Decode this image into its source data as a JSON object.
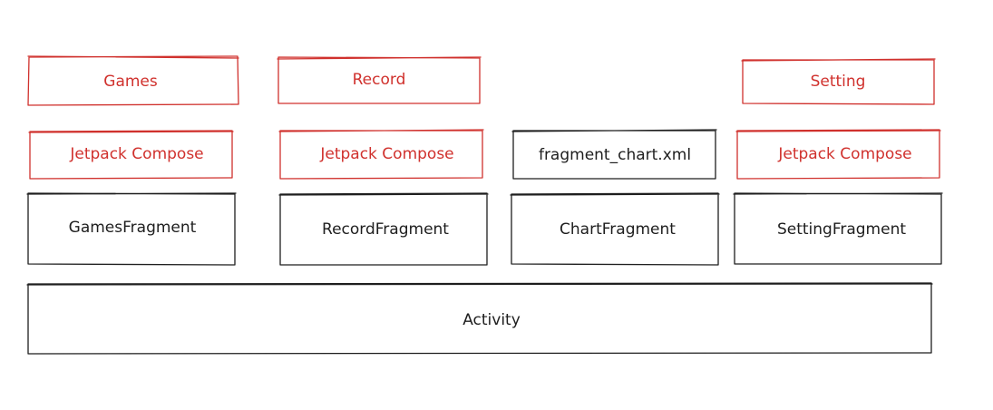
{
  "boxes": {
    "games_label": "Games",
    "record_label": "Record",
    "setting_label": "Setting",
    "games_compose": "Jetpack Compose",
    "record_compose": "Jetpack Compose",
    "chart_xml": "fragment_chart.xml",
    "setting_compose": "Jetpack Compose",
    "games_fragment": "GamesFragment",
    "record_fragment": "RecordFragment",
    "chart_fragment": "ChartFragment",
    "setting_fragment": "SettingFragment",
    "activity": "Activity"
  },
  "colors": {
    "accent_red": "#d0312d",
    "ink": "#1e1e1e"
  }
}
